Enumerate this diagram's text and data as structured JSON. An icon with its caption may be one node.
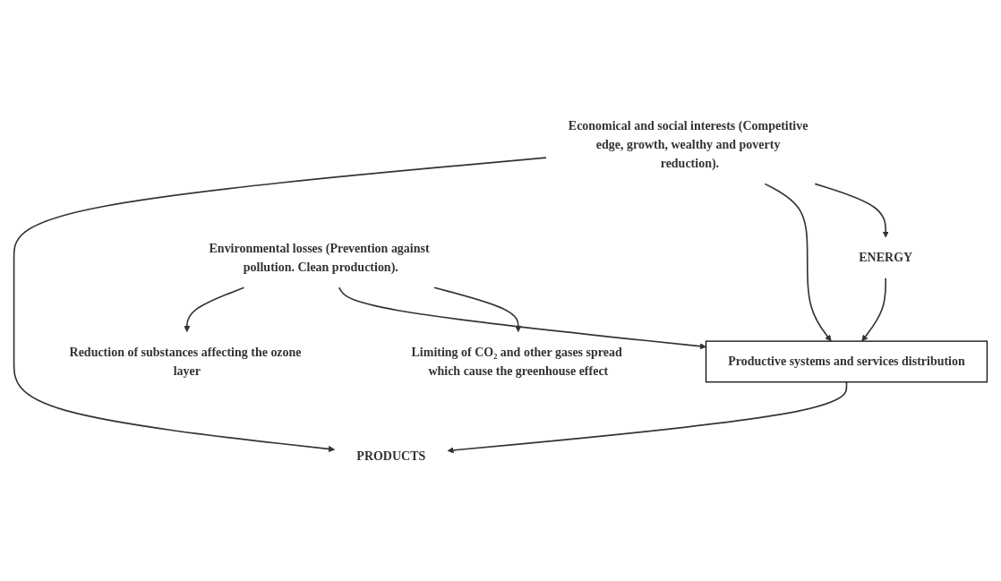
{
  "diagram": {
    "nodes": [
      {
        "text": [
          "Economical and social interests (Competitive edge, growth, wealthy and poverty reduction)."
        ]
      },
      {
        "text": [
          "ENERGY"
        ]
      },
      {
        "text": [
          "Productive systems and services distribution"
        ]
      },
      {
        "text": [
          "PRODUCTS"
        ]
      },
      {
        "text": [
          "Limiting of CO₂ and other gases spread which cause the greenhouse effect"
        ]
      },
      {
        "text": [
          "Reduction of substances affecting the ozone layer"
        ]
      },
      {
        "text": [
          "Environmental losses (Prevention against pollution. Clean production)."
        ]
      }
    ],
    "edges": [
      {
        "from": 0,
        "to": 1,
        "arrow": "to"
      },
      {
        "from": 0,
        "to": 2,
        "arrow": "to"
      },
      {
        "from": 0,
        "to": 3,
        "arrow": "to"
      },
      {
        "from": 1,
        "to": 2,
        "arrow": "to"
      },
      {
        "from": 2,
        "to": 3,
        "arrow": "to"
      },
      {
        "from": 6,
        "to": 4,
        "arrow": "to"
      },
      {
        "from": 6,
        "to": 2,
        "arrow": "to"
      },
      {
        "from": 6,
        "to": 5,
        "arrow": "to"
      }
    ]
  }
}
